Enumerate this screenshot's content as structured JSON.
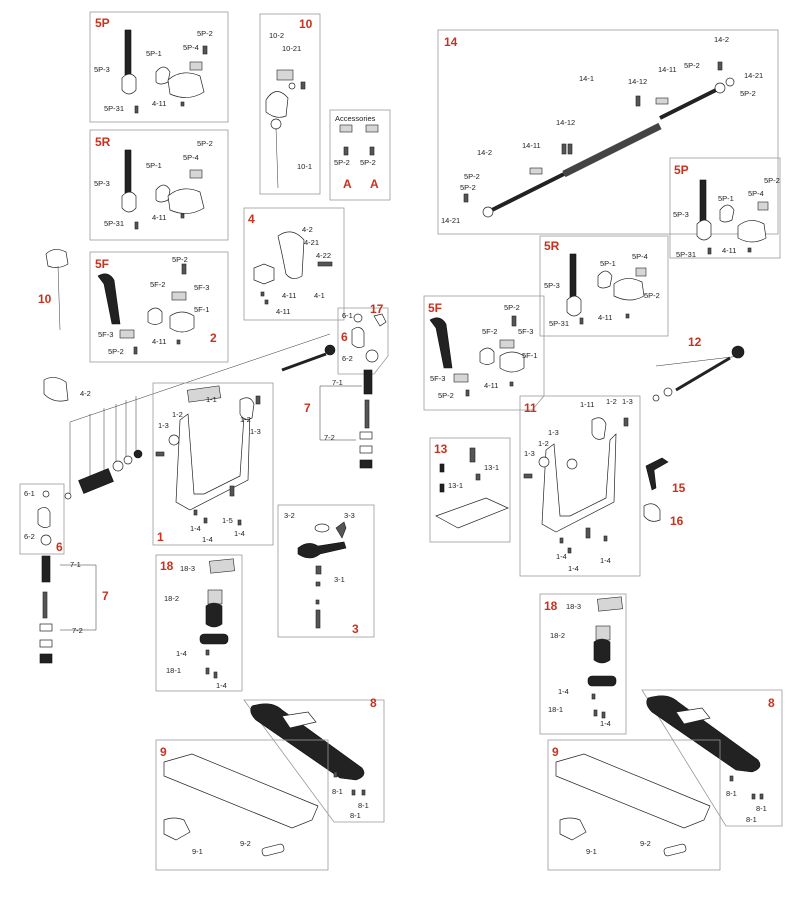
{
  "colors": {
    "section_number": "#c8321e",
    "box_border": "#999999",
    "parts_stroke": "#222222"
  },
  "section_numbers": {
    "n5P": "5P",
    "n5R": "5R",
    "n5F": "5F",
    "n10": "10",
    "n10b": "10",
    "n4": "4",
    "n2": "2",
    "n17": "17",
    "n7": "7",
    "n6": "6",
    "n1": "1",
    "n3": "3",
    "n18": "18",
    "n8": "8",
    "n9": "9",
    "n14": "14",
    "n5Pr": "5P",
    "n5Rr": "5R",
    "n5Fr": "5F",
    "n12": "12",
    "n11": "11",
    "n13": "13",
    "n15": "15",
    "n16": "16",
    "n18r": "18",
    "n8r": "8",
    "n9r": "9",
    "nA1": "A",
    "nA2": "A",
    "n7b": "7",
    "n6b": "6"
  },
  "accessories_title": "Accessories",
  "labels": {
    "c5P": [
      "5P-2",
      "5P-1",
      "5P-4",
      "5P-3",
      "5P-31",
      "4-11"
    ],
    "c5R": [
      "5P-2",
      "5P-1",
      "5P-4",
      "5P-3",
      "5P-31",
      "4-11"
    ],
    "c5F": [
      "5P-2",
      "5F-2",
      "5F-3",
      "5F-1",
      "5F-3",
      "5P-2",
      "4-11"
    ],
    "c10": [
      "10-2",
      "10-21",
      "10-1"
    ],
    "acc": [
      "5P-2",
      "5P-2"
    ],
    "c4": [
      "4-2",
      "4-21",
      "4-22",
      "4-11",
      "4-1",
      "4-11"
    ],
    "c17": [
      "6-1",
      "6",
      "6-2"
    ],
    "c7": [
      "7-1",
      "7-2"
    ],
    "c1": [
      "1-1",
      "1-2",
      "1-3",
      "1-3",
      "1-2",
      "1-4",
      "1-5",
      "1-4",
      "1-4"
    ],
    "c3": [
      "3-2",
      "3-3",
      "3-1"
    ],
    "left_loose": [
      "4-2",
      "6-1",
      "6-2",
      "7-1",
      "7-2"
    ],
    "c18": [
      "18-3",
      "18-2",
      "1-4",
      "18-1",
      "1-4"
    ],
    "c8": [
      "8-1",
      "8-1",
      "8-1"
    ],
    "c9": [
      "9-1",
      "9-2"
    ],
    "c14": [
      "14-2",
      "5P-2",
      "14-11",
      "14-21",
      "14-12",
      "14-1",
      "5P-2",
      "14-12",
      "14-11",
      "14-2",
      "5P-2",
      "5P-2",
      "14-21"
    ],
    "c5Pr": [
      "5P-2",
      "5P-1",
      "5P-4",
      "5P-3",
      "5P-31",
      "4-11"
    ],
    "c5Rr": [
      "5P-1",
      "5P-4",
      "5P-3",
      "5P-2",
      "5P-31",
      "4-11"
    ],
    "c5Fr": [
      "5P-2",
      "5F-2",
      "5F-3",
      "5F-1",
      "5F-3",
      "5P-2",
      "4-11"
    ],
    "c11": [
      "1-11",
      "1-2",
      "1-3",
      "1-3",
      "1-2",
      "1-3",
      "1-4",
      "1-4",
      "1-4"
    ],
    "c13": [
      "13-1",
      "13-1"
    ],
    "c18r": [
      "18-3",
      "18-2",
      "1-4",
      "18-1",
      "1-4"
    ],
    "c8r": [
      "8-1",
      "8-1",
      "8-1"
    ],
    "c9r": [
      "9-1",
      "9-2"
    ]
  }
}
